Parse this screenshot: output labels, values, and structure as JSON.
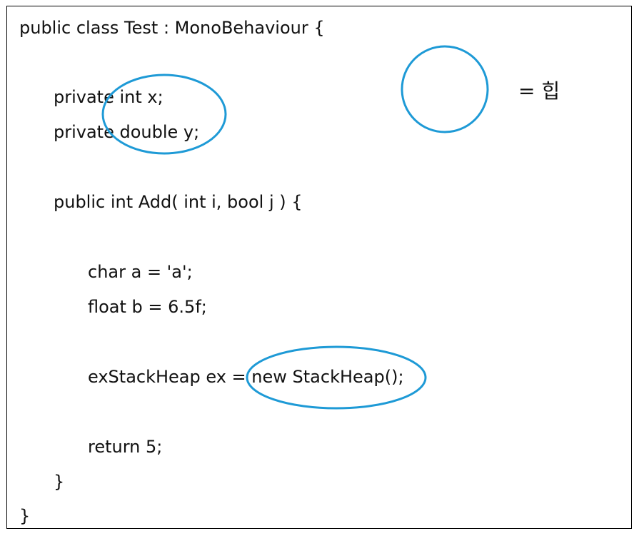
{
  "code": {
    "lines": [
      "public class Test : MonoBehaviour {",
      "private int x;",
      "private double y;",
      "public int Add( int i, bool j ) {",
      "char a = 'a';",
      "float b = 6.5f;",
      "exStackHeap ex = new StackHeap();",
      "return 5;",
      "}",
      "}"
    ]
  },
  "legend": {
    "text": "= 힙"
  },
  "colors": {
    "highlight": "#1e9ad6",
    "text": "#111111",
    "border": "#000000"
  }
}
